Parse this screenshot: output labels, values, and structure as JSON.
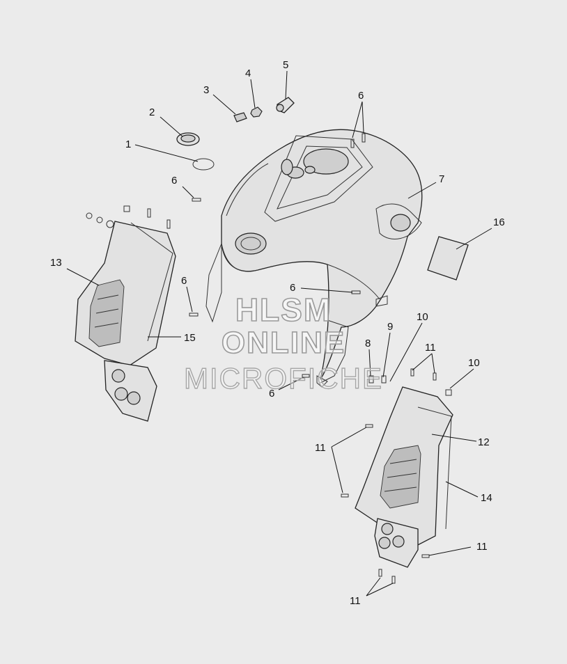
{
  "callouts": [
    {
      "id": "c1",
      "label": "1"
    },
    {
      "id": "c2",
      "label": "2"
    },
    {
      "id": "c3",
      "label": "3"
    },
    {
      "id": "c4",
      "label": "4"
    },
    {
      "id": "c5",
      "label": "5"
    },
    {
      "id": "c6a",
      "label": "6"
    },
    {
      "id": "c6b",
      "label": "6"
    },
    {
      "id": "c6c",
      "label": "6"
    },
    {
      "id": "c6d",
      "label": "6"
    },
    {
      "id": "c6e",
      "label": "6"
    },
    {
      "id": "c7",
      "label": "7"
    },
    {
      "id": "c8",
      "label": "8"
    },
    {
      "id": "c9",
      "label": "9"
    },
    {
      "id": "c10a",
      "label": "10"
    },
    {
      "id": "c10b",
      "label": "10"
    },
    {
      "id": "c11a",
      "label": "11"
    },
    {
      "id": "c11b",
      "label": "11"
    },
    {
      "id": "c11c",
      "label": "11"
    },
    {
      "id": "c11d",
      "label": "11"
    },
    {
      "id": "c12",
      "label": "12"
    },
    {
      "id": "c13",
      "label": "13"
    },
    {
      "id": "c14",
      "label": "14"
    },
    {
      "id": "c15",
      "label": "15"
    },
    {
      "id": "c16",
      "label": "16"
    }
  ],
  "watermark": {
    "line1": "HLSM",
    "line2": "ONLINE",
    "line3": "MICROFICHE"
  }
}
